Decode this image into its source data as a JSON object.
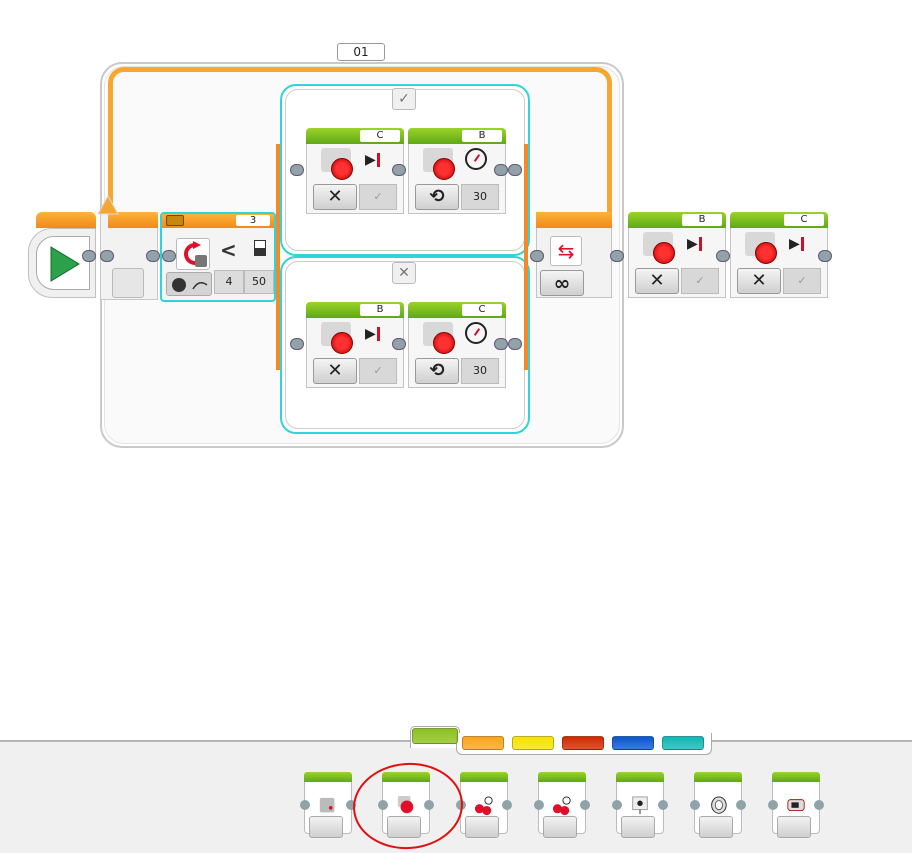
{
  "program": {
    "loop": {
      "label": "01",
      "mode": "infinity",
      "mode_symbol": "∞",
      "end_icon": "loop-arrows-icon"
    },
    "start_block": {
      "icon": "play-icon"
    },
    "switch": {
      "number_label": "3",
      "sensor_icon": "motor-rotation-sensor-icon",
      "port_mode_icon": "rotation-compare-icon",
      "comparison": "<",
      "threshold_icon": "threshold-icon",
      "values": [
        "4",
        "50"
      ],
      "cases": [
        {
          "tab_symbol": "✓",
          "blocks": [
            {
              "type": "large-motor",
              "port": "C",
              "action_icon": "stop-icon",
              "mode_symbol": "✕",
              "param": "✓",
              "param_type": "brake"
            },
            {
              "type": "large-motor",
              "port": "B",
              "action_icon": "gauge-icon",
              "mode_symbol": "⟲",
              "param": "30",
              "param_type": "power"
            }
          ]
        },
        {
          "tab_symbol": "✕",
          "blocks": [
            {
              "type": "large-motor",
              "port": "B",
              "action_icon": "stop-icon",
              "mode_symbol": "✕",
              "param": "✓",
              "param_type": "brake"
            },
            {
              "type": "large-motor",
              "port": "C",
              "action_icon": "gauge-icon",
              "mode_symbol": "⟲",
              "param": "30",
              "param_type": "power"
            }
          ]
        }
      ]
    },
    "after_loop": [
      {
        "type": "large-motor",
        "port": "B",
        "action_icon": "stop-icon",
        "mode_symbol": "✕",
        "param": "✓"
      },
      {
        "type": "large-motor",
        "port": "C",
        "action_icon": "stop-icon",
        "mode_symbol": "✕",
        "param": "✓"
      }
    ]
  },
  "palette": {
    "tabs": [
      {
        "name": "action",
        "color": "#8cc21e",
        "active": true
      },
      {
        "name": "flow-control",
        "color": "#f9a51a",
        "active": false
      },
      {
        "name": "sensor",
        "color": "#f5e300",
        "active": false
      },
      {
        "name": "data-operations",
        "color": "#d22a00",
        "active": false
      },
      {
        "name": "advanced",
        "color": "#0a58d0",
        "active": false
      },
      {
        "name": "my-blocks",
        "color": "#10b8b4",
        "active": false
      }
    ],
    "blocks": [
      {
        "name": "medium-motor",
        "icon": "medium-motor-icon",
        "highlighted": false
      },
      {
        "name": "large-motor",
        "icon": "large-motor-icon",
        "highlighted": true
      },
      {
        "name": "move-steering",
        "icon": "steering-wheel-icon",
        "highlighted": false
      },
      {
        "name": "move-tank",
        "icon": "tank-sliders-icon",
        "highlighted": false
      },
      {
        "name": "display",
        "icon": "display-icon",
        "highlighted": false
      },
      {
        "name": "sound",
        "icon": "speaker-icon",
        "highlighted": false
      },
      {
        "name": "brick-status-light",
        "icon": "brick-light-icon",
        "highlighted": false
      }
    ]
  },
  "colors": {
    "flow_orange": "#f6a731",
    "action_green": "#8cc21e",
    "switch_cyan": "#30d4d8",
    "annotation_red": "#e01010"
  }
}
